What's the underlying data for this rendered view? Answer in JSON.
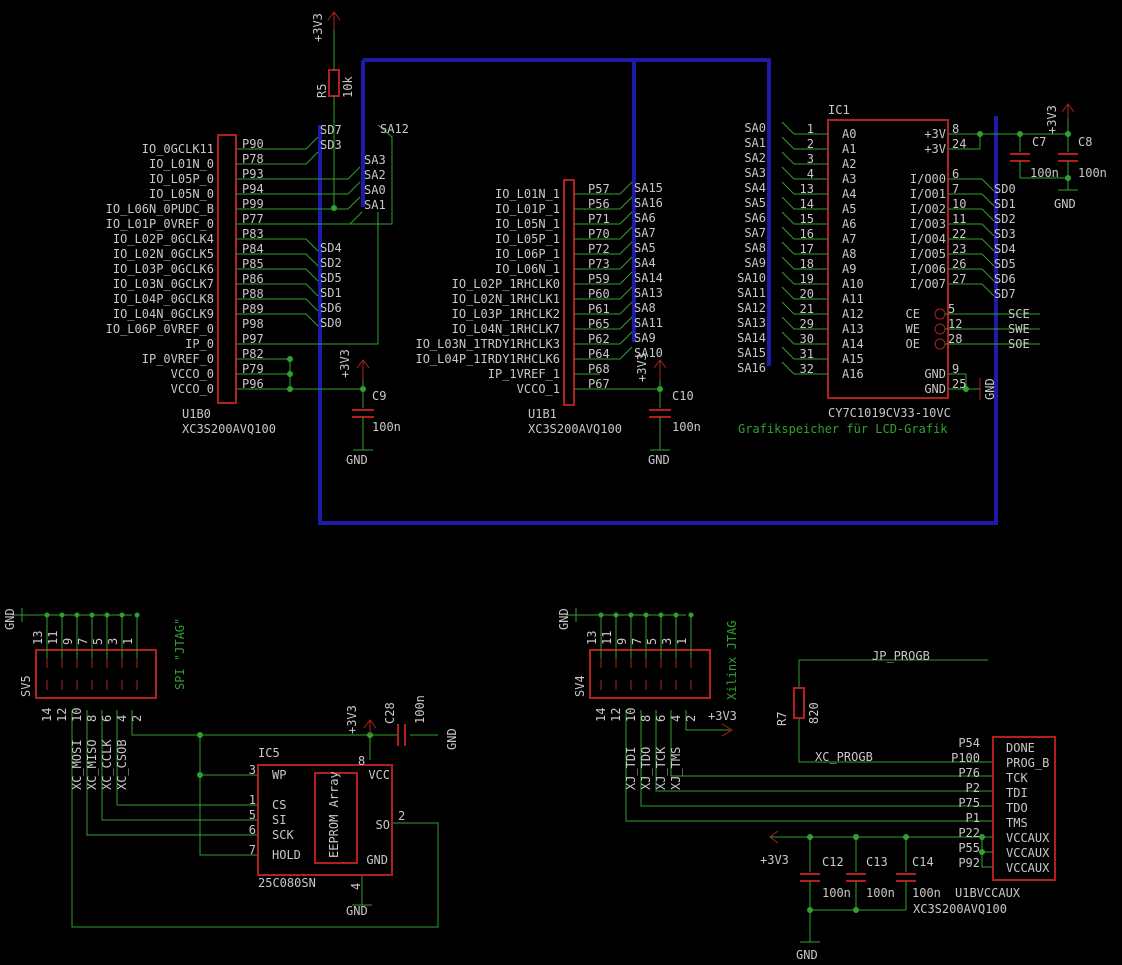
{
  "u1b0": {
    "ref": "U1B0",
    "value": "XC3S200AVQ100",
    "rows": [
      {
        "sig": "IO_0GCLK11",
        "pin": "P90"
      },
      {
        "sig": "IO_L01N_0",
        "pin": "P78"
      },
      {
        "sig": "IO_L05P_0",
        "pin": "P93"
      },
      {
        "sig": "IO_L05N_0",
        "pin": "P94"
      },
      {
        "sig": "IO_L06N_0PUDC_B",
        "pin": "P99"
      },
      {
        "sig": "IO_L01P_0VREF_0",
        "pin": "P77"
      },
      {
        "sig": "IO_L02P_0GCLK4",
        "pin": "P83"
      },
      {
        "sig": "IO_L02N_0GCLK5",
        "pin": "P84"
      },
      {
        "sig": "IO_L03P_0GCLK6",
        "pin": "P85"
      },
      {
        "sig": "IO_L03N_0GCLK7",
        "pin": "P86"
      },
      {
        "sig": "IO_L04P_0GCLK8",
        "pin": "P88"
      },
      {
        "sig": "IO_L04N_0GCLK9",
        "pin": "P89"
      },
      {
        "sig": "IO_L06P_0VREF_0",
        "pin": "P98"
      },
      {
        "sig": "IP_0",
        "pin": "P97"
      },
      {
        "sig": "IP_0VREF_0",
        "pin": "P82"
      },
      {
        "sig": "VCCO_0",
        "pin": "P79"
      },
      {
        "sig": "VCCO_0",
        "pin": "P96"
      }
    ],
    "nets_top": [
      "SD7",
      "SD3",
      "SA3",
      "SA2",
      "SA0",
      "SA1"
    ],
    "nets_mid": [
      "SD4",
      "SD2",
      "SD5",
      "SD1",
      "SD6",
      "SD0"
    ],
    "sa12": "SA12"
  },
  "u1b1": {
    "ref": "U1B1",
    "value": "XC3S200AVQ100",
    "rows": [
      {
        "sig": "IO_L01N_1",
        "pin": "P57",
        "net": "SA15"
      },
      {
        "sig": "IO_L01P_1",
        "pin": "P56",
        "net": "SA16"
      },
      {
        "sig": "IO_L05N_1",
        "pin": "P71",
        "net": "SA6"
      },
      {
        "sig": "IO_L05P_1",
        "pin": "P70",
        "net": "SA7"
      },
      {
        "sig": "IO_L06P_1",
        "pin": "P72",
        "net": "SA5"
      },
      {
        "sig": "IO_L06N_1",
        "pin": "P73",
        "net": "SA4"
      },
      {
        "sig": "IO_L02P_1RHCLK0",
        "pin": "P59",
        "net": "SA14"
      },
      {
        "sig": "IO_L02N_1RHCLK1",
        "pin": "P60",
        "net": "SA13"
      },
      {
        "sig": "IO_L03P_1RHCLK2",
        "pin": "P61",
        "net": "SA8"
      },
      {
        "sig": "IO_L04N_1RHCLK7",
        "pin": "P65",
        "net": "SA11"
      },
      {
        "sig": "IO_L03N_1TRDY1RHCLK3",
        "pin": "P62",
        "net": "SA9"
      },
      {
        "sig": "IO_L04P_1IRDY1RHCLK6",
        "pin": "P64",
        "net": "SA10"
      },
      {
        "sig": "IP_1VREF_1",
        "pin": "P68",
        "net": ""
      },
      {
        "sig": "VCCO_1",
        "pin": "P67",
        "net": ""
      }
    ]
  },
  "ic1": {
    "ref": "IC1",
    "value": "CY7C1019CV33-10VC",
    "desc": "Grafikspeicher für LCD-Grafik",
    "left": [
      {
        "net": "SA0",
        "num": "1",
        "pin": "A0"
      },
      {
        "net": "SA1",
        "num": "2",
        "pin": "A1"
      },
      {
        "net": "SA2",
        "num": "3",
        "pin": "A2"
      },
      {
        "net": "SA3",
        "num": "4",
        "pin": "A3"
      },
      {
        "net": "SA4",
        "num": "13",
        "pin": "A4"
      },
      {
        "net": "SA5",
        "num": "14",
        "pin": "A5"
      },
      {
        "net": "SA6",
        "num": "15",
        "pin": "A6"
      },
      {
        "net": "SA7",
        "num": "16",
        "pin": "A7"
      },
      {
        "net": "SA8",
        "num": "17",
        "pin": "A8"
      },
      {
        "net": "SA9",
        "num": "18",
        "pin": "A9"
      },
      {
        "net": "SA10",
        "num": "19",
        "pin": "A10"
      },
      {
        "net": "SA11",
        "num": "20",
        "pin": "A11"
      },
      {
        "net": "SA12",
        "num": "21",
        "pin": "A12"
      },
      {
        "net": "SA13",
        "num": "29",
        "pin": "A13"
      },
      {
        "net": "SA14",
        "num": "30",
        "pin": "A14"
      },
      {
        "net": "SA15",
        "num": "31",
        "pin": "A15"
      },
      {
        "net": "SA16",
        "num": "32",
        "pin": "A16"
      }
    ],
    "vcc": [
      {
        "num": "8",
        "pin": "+3V"
      },
      {
        "num": "24",
        "pin": "+3V"
      }
    ],
    "io": [
      {
        "num": "6",
        "pin": "I/O00",
        "net": "SD0"
      },
      {
        "num": "7",
        "pin": "I/O01",
        "net": "SD1"
      },
      {
        "num": "10",
        "pin": "I/O02",
        "net": "SD2"
      },
      {
        "num": "11",
        "pin": "I/O03",
        "net": "SD3"
      },
      {
        "num": "22",
        "pin": "I/O04",
        "net": "SD4"
      },
      {
        "num": "23",
        "pin": "I/O05",
        "net": "SD5"
      },
      {
        "num": "26",
        "pin": "I/O06",
        "net": "SD6"
      },
      {
        "num": "27",
        "pin": "I/O07",
        "net": "SD7"
      }
    ],
    "ctrl": [
      {
        "num": "5",
        "pin": "CE",
        "net": "SCE"
      },
      {
        "num": "12",
        "pin": "WE",
        "net": "SWE"
      },
      {
        "num": "28",
        "pin": "OE",
        "net": "SOE"
      }
    ],
    "gnd": [
      {
        "num": "9",
        "pin": "GND"
      },
      {
        "num": "25",
        "pin": "GND"
      }
    ]
  },
  "r5": {
    "ref": "R5",
    "value": "10k"
  },
  "c7": {
    "ref": "C7",
    "value": "100n"
  },
  "c8": {
    "ref": "C8",
    "value": "100n"
  },
  "c9": {
    "ref": "C9",
    "value": "100n"
  },
  "c10": {
    "ref": "C10",
    "value": "100n"
  },
  "c28": {
    "ref": "C28",
    "value": "100n"
  },
  "c12": {
    "ref": "C12",
    "value": "100n"
  },
  "c13": {
    "ref": "C13",
    "value": "100n"
  },
  "c14": {
    "ref": "C14",
    "value": "100n"
  },
  "r7": {
    "ref": "R7",
    "value": "820"
  },
  "power": {
    "v33": "+3V3",
    "gnd": "GND"
  },
  "sv5": {
    "ref": "SV5",
    "title": "SPI \"JTAG\"",
    "top": [
      "13",
      "11",
      "9",
      "7",
      "5",
      "3",
      "1"
    ],
    "bottom": [
      "14",
      "12",
      "10",
      "8",
      "6",
      "4",
      "2"
    ],
    "nets": [
      "XC_MOSI",
      "XC_MISO",
      "XC_CCLK",
      "XC_CSOB"
    ]
  },
  "sv4": {
    "ref": "SV4",
    "title": "Xilinx JTAG",
    "top": [
      "13",
      "11",
      "9",
      "7",
      "5",
      "3",
      "1"
    ],
    "bottom": [
      "14",
      "12",
      "10",
      "8",
      "6",
      "4",
      "2"
    ],
    "nets": [
      "XJ_TDI",
      "XJ_TDO",
      "XJ_TCK",
      "XJ_TMS"
    ]
  },
  "ic5": {
    "ref": "IC5",
    "value": "25C080SN",
    "array": "EEPROM Array",
    "left": [
      {
        "num": "3",
        "pin": "WP"
      },
      {
        "num": "1",
        "pin": "CS"
      },
      {
        "num": "5",
        "pin": "SI"
      },
      {
        "num": "6",
        "pin": "SCK"
      },
      {
        "num": "7",
        "pin": "HOLD"
      }
    ],
    "right": [
      {
        "num": "8",
        "pin": "VCC"
      },
      {
        "num": "2",
        "pin": "SO"
      },
      {
        "num": "4",
        "pin": "GND"
      }
    ]
  },
  "u1bvccaux": {
    "ref": "U1BVCCAUX",
    "value": "XC3S200AVQ100",
    "rows": [
      {
        "pin": "P54",
        "sig": "DONE"
      },
      {
        "pin": "P100",
        "sig": "PROG_B"
      },
      {
        "pin": "P76",
        "sig": "TCK"
      },
      {
        "pin": "P2",
        "sig": "TDI"
      },
      {
        "pin": "P75",
        "sig": "TDO"
      },
      {
        "pin": "P1",
        "sig": "TMS"
      },
      {
        "pin": "P22",
        "sig": "VCCAUX"
      },
      {
        "pin": "P55",
        "sig": "VCCAUX"
      },
      {
        "pin": "P92",
        "sig": "VCCAUX"
      }
    ]
  },
  "jp_progb": "JP_PROGB",
  "xc_progb": "XC_PROGB"
}
